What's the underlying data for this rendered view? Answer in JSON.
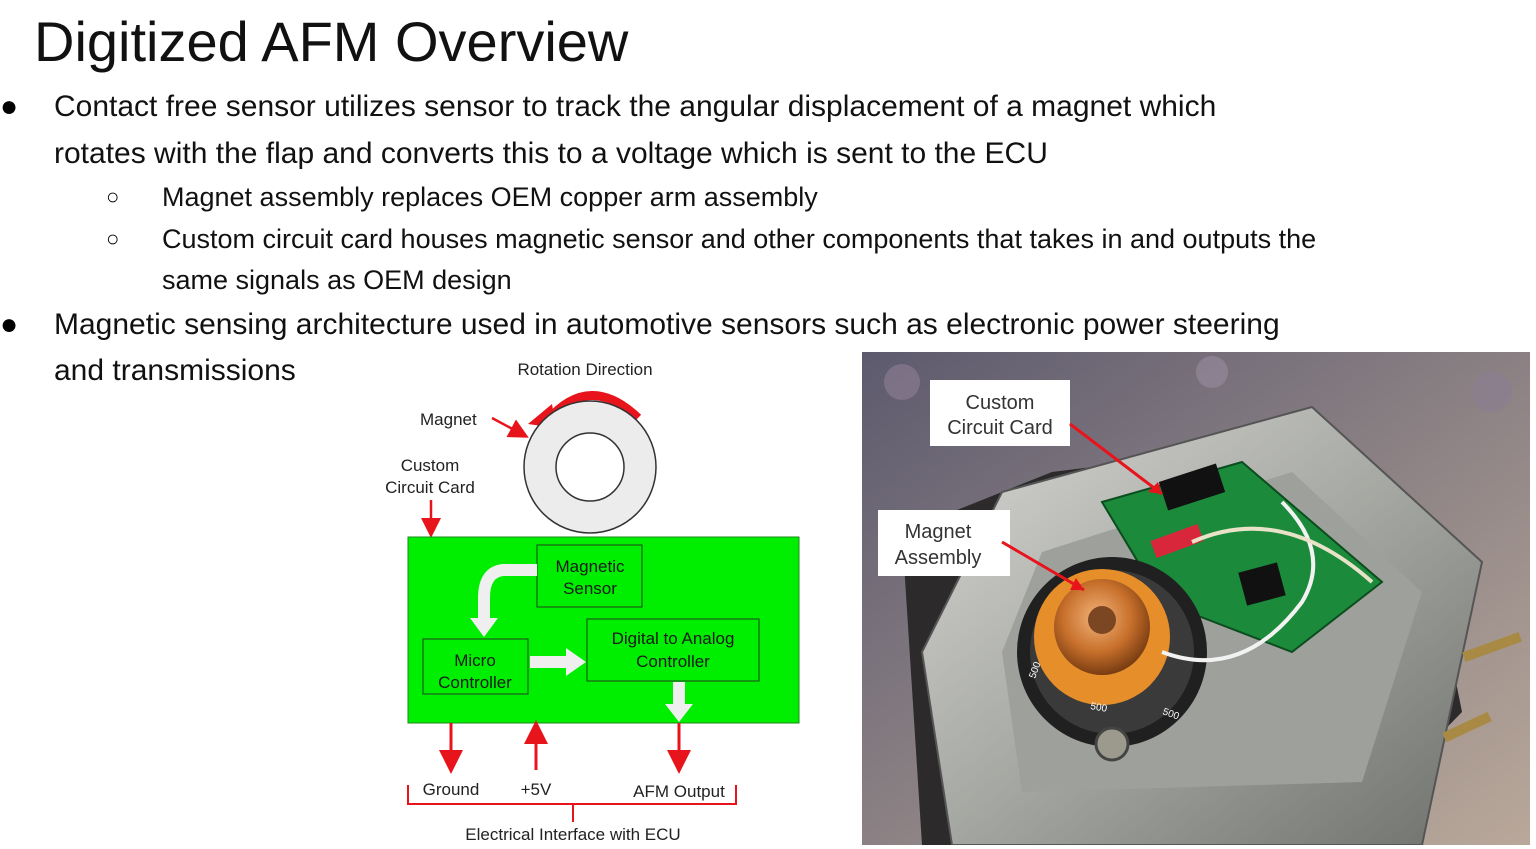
{
  "title": "Digitized AFM Overview",
  "bullets": [
    {
      "line1": "Contact free sensor utilizes sensor to track the angular displacement of a magnet which",
      "line2": "rotates with the flap and converts this to a voltage which is sent to the ECU",
      "sub": [
        {
          "line1": "Magnet assembly replaces OEM copper arm assembly"
        },
        {
          "line1": "Custom circuit card houses magnetic sensor and other components that takes in and outputs the",
          "line2": "same signals as OEM design"
        }
      ]
    },
    {
      "line1": "Magnetic sensing architecture used in automotive sensors such as electronic power steering",
      "line2": "and transmissions"
    }
  ],
  "diagram": {
    "rotation_label": "Rotation Direction",
    "magnet_label": "Magnet",
    "card_label_1": "Custom",
    "card_label_2": "Circuit Card",
    "sensor_1": "Magnetic",
    "sensor_2": "Sensor",
    "micro_1": "Micro",
    "micro_2": "Controller",
    "dac_1": "Digital to Analog",
    "dac_2": "Controller",
    "ground": "Ground",
    "plus5v": "+5V",
    "afm_output": "AFM Output",
    "interface": "Electrical Interface with ECU",
    "board_color": "#00ee00",
    "arrow_color": "#e8141c"
  },
  "photo": {
    "label_card_1": "Custom",
    "label_card_2": "Circuit Card",
    "label_magnet_1": "Magnet",
    "label_magnet_2": "Assembly",
    "dial_1": "500",
    "dial_2": "500",
    "dial_3": "500"
  }
}
